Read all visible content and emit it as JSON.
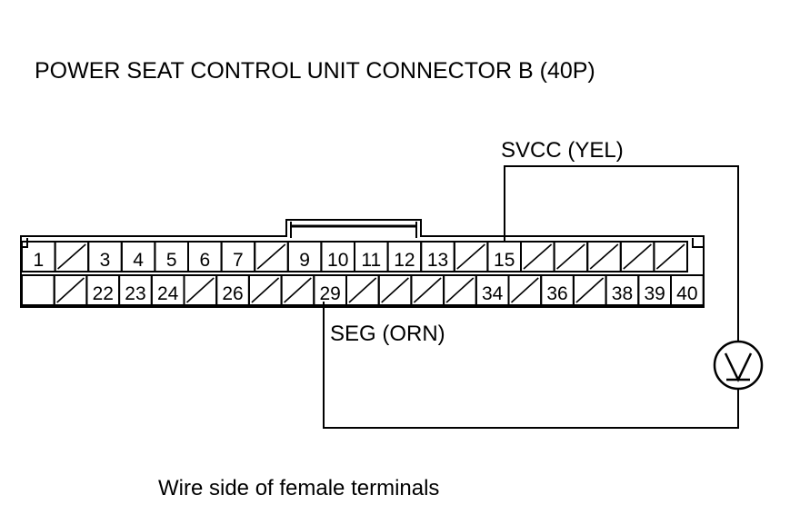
{
  "title": "POWER SEAT CONTROL UNIT CONNECTOR B (40P)",
  "note": "Wire side of female terminals",
  "connector": {
    "top_row": [
      "1",
      "/",
      "3",
      "4",
      "5",
      "6",
      "7",
      "/",
      "9",
      "10",
      "11",
      "12",
      "13",
      "/",
      "15",
      "/",
      "/",
      "/",
      "/",
      "/"
    ],
    "bottom_row": [
      "",
      "/",
      "22",
      "23",
      "24",
      "/",
      "26",
      "/",
      "/",
      "29",
      "/",
      "/",
      "/",
      "/",
      "34",
      "/",
      "36",
      "/",
      "38",
      "39",
      "40"
    ]
  },
  "wires": {
    "svcc_label": "SVCC (YEL)",
    "seg_label": "SEG (ORN)"
  },
  "meter": {
    "icon": "voltmeter-icon"
  }
}
